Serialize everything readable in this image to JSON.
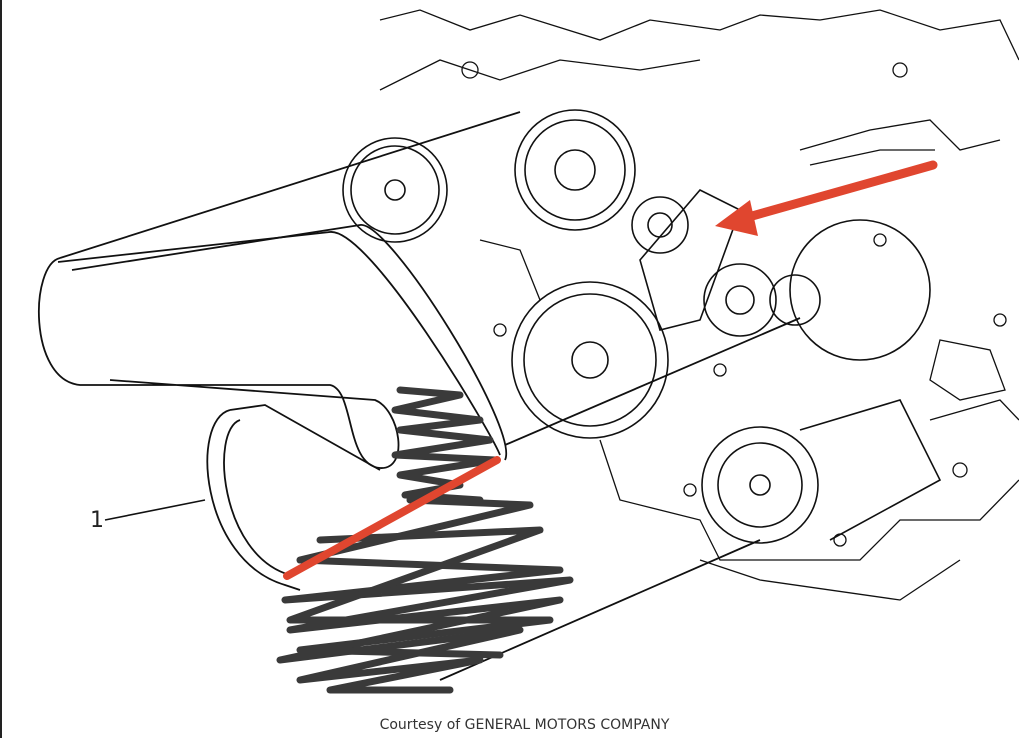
{
  "diagram": {
    "callout_label": "1",
    "caption": "Courtesy of GENERAL MOTORS COMPANY",
    "colors": {
      "annotation_red": "#e0462f",
      "scribble": "#3a3a3a",
      "line": "#111111"
    },
    "icons": [
      "red-arrow-annotation",
      "red-line-annotation",
      "scribble-redaction"
    ]
  }
}
